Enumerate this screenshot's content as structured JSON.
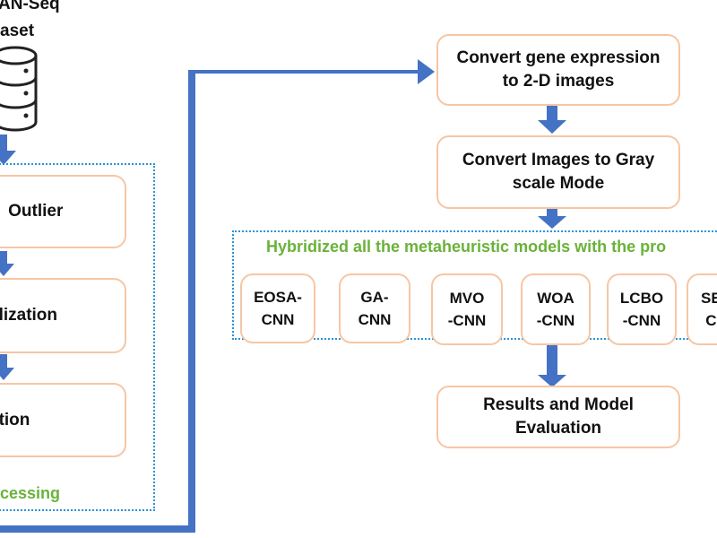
{
  "dataset": {
    "line1": "AN-Seq",
    "line2": "aset"
  },
  "left_steps": [
    {
      "label": "e  Outlier"
    },
    {
      "label": "alization"
    },
    {
      "label": "ation"
    }
  ],
  "left_group_label": "cessing",
  "right_steps": {
    "convert_expression": [
      "Convert gene expression",
      "to 2-D images"
    ],
    "convert_gray": [
      "Convert Images to Gray",
      "scale Mode"
    ],
    "results": [
      "Results and Model",
      "Evaluation"
    ]
  },
  "hybrid_group_label": "Hybridized all the metaheuristic models with the pro",
  "models": [
    {
      "line1": "EOSA-",
      "line2": "CNN"
    },
    {
      "line1": "GA-",
      "line2": "CNN"
    },
    {
      "line1": "MVO",
      "line2": "-CNN"
    },
    {
      "line1": "WOA",
      "line2": "-CNN"
    },
    {
      "line1": "LCBO",
      "line2": "-CNN"
    },
    {
      "line1": "SE",
      "line2": "C"
    }
  ],
  "colors": {
    "arrow": "#4472c4",
    "box_border": "#f6c6a4",
    "dotted": "#2b93d6",
    "group_label": "#6ab23a"
  }
}
